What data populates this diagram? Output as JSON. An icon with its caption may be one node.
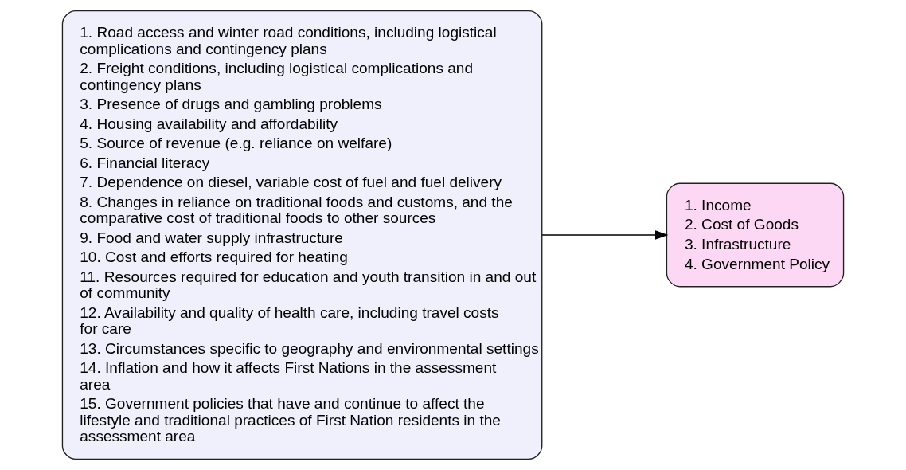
{
  "diagram": {
    "nodes": [
      {
        "text": [
          "1. Road access and winter road conditions, including logistical complications and contingency plans",
          "2. Freight conditions, including logistical complications and contingency plans",
          "3. Presence of drugs and gambling problems",
          "4. Housing availability and affordability",
          "5. Source of revenue (e.g. reliance on welfare)",
          "6. Financial literacy",
          "7. Dependence on diesel, variable cost of fuel and fuel delivery",
          "8. Changes in reliance on traditional foods and customs, and the comparative cost of traditional foods to other sources",
          "9. Food and water supply infrastructure",
          "10. Cost and efforts required for heating",
          "11. Resources required for education and youth transition in and out of community",
          "12. Availability and quality of health care, including travel costs for care",
          "13. Circumstances specific to geography and environmental settings",
          "14. Inflation and how it affects First Nations in the assessment area",
          "15. Government policies that have and continue to affect the lifestyle and traditional practices of First Nation residents in the assessment area"
        ]
      },
      {
        "text": [
          "1. Income",
          "2. Cost of Goods",
          "3. Infrastructure",
          "4. Government Policy"
        ]
      }
    ],
    "edges": [
      {
        "from": 0,
        "to": 1,
        "arrow": "to"
      }
    ]
  }
}
